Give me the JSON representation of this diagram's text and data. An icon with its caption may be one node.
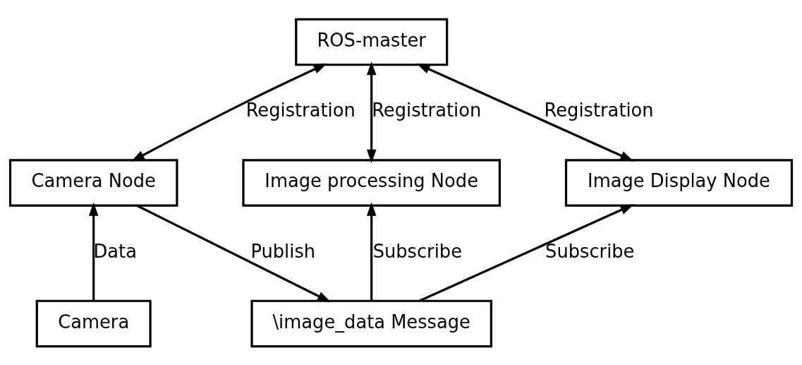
{
  "diagram": {
    "nodes": [
      {
        "text": [
          "ROS-master"
        ]
      },
      {
        "text": [
          "Camera Node"
        ]
      },
      {
        "text": [
          "Image processing Node"
        ]
      },
      {
        "text": [
          "Image Display Node"
        ]
      },
      {
        "text": [
          "Camera"
        ]
      },
      {
        "text": [
          "\\image_data Message"
        ]
      }
    ],
    "edges": [
      {
        "from": 1,
        "to": 0,
        "arrow": "both",
        "label": "Registration"
      },
      {
        "from": 2,
        "to": 0,
        "arrow": "both",
        "label": "Registration"
      },
      {
        "from": 3,
        "to": 0,
        "arrow": "both",
        "label": "Registration"
      },
      {
        "from": 4,
        "to": 1,
        "arrow": "to",
        "label": "Data"
      },
      {
        "from": 1,
        "to": 5,
        "arrow": "to",
        "label": "Publish"
      },
      {
        "from": 5,
        "to": 2,
        "arrow": "to",
        "label": "Subscribe"
      },
      {
        "from": 5,
        "to": 3,
        "arrow": "to",
        "label": "Subscribe"
      }
    ]
  }
}
